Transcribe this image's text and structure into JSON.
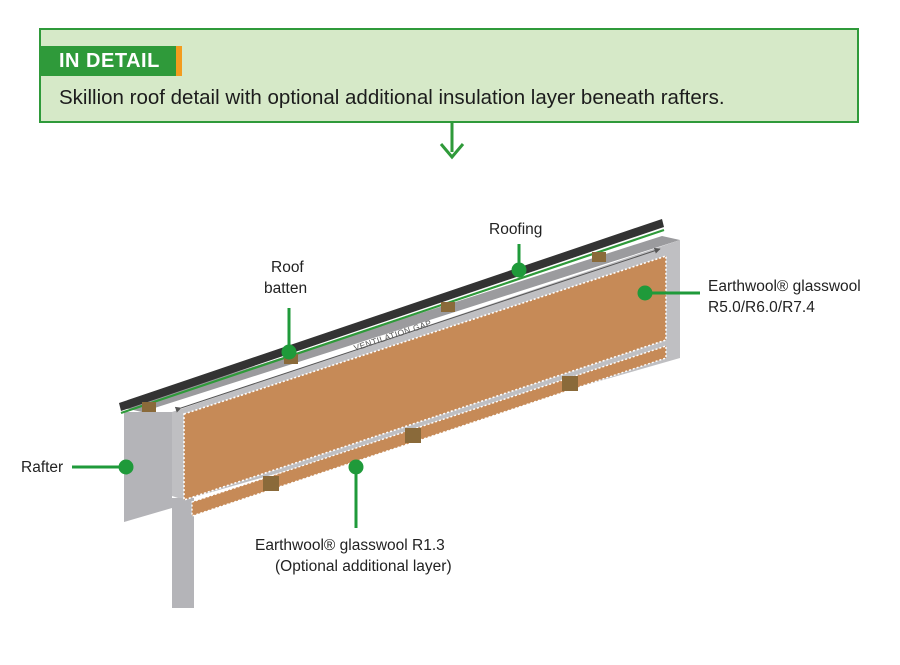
{
  "banner": {
    "tag": "IN DETAIL",
    "text": "Skillion roof detail with optional additional insulation layer beneath rafters."
  },
  "labels": {
    "roofing": "Roofing",
    "roof_batten_line1": "Roof",
    "roof_batten_line2": "batten",
    "ventilation_gap": "VENTILATION GAP",
    "rafter": "Rafter",
    "glasswool_main_line1": "Earthwool® glasswool",
    "glasswool_main_line2": "R5.0/R6.0/R7.4",
    "glasswool_opt_line1": "Earthwool® glasswool R1.3",
    "glasswool_opt_line2": "(Optional additional layer)"
  },
  "colors": {
    "banner_green": "#2f9a3a",
    "banner_bg": "#d6e9c8",
    "tag_accent": "#f39c1e",
    "insulation": "#c68a57",
    "batten": "#8a6a3a",
    "roofing": "#333333",
    "rafter": "#bfbfc2",
    "marker_green": "#1f9a3a"
  }
}
